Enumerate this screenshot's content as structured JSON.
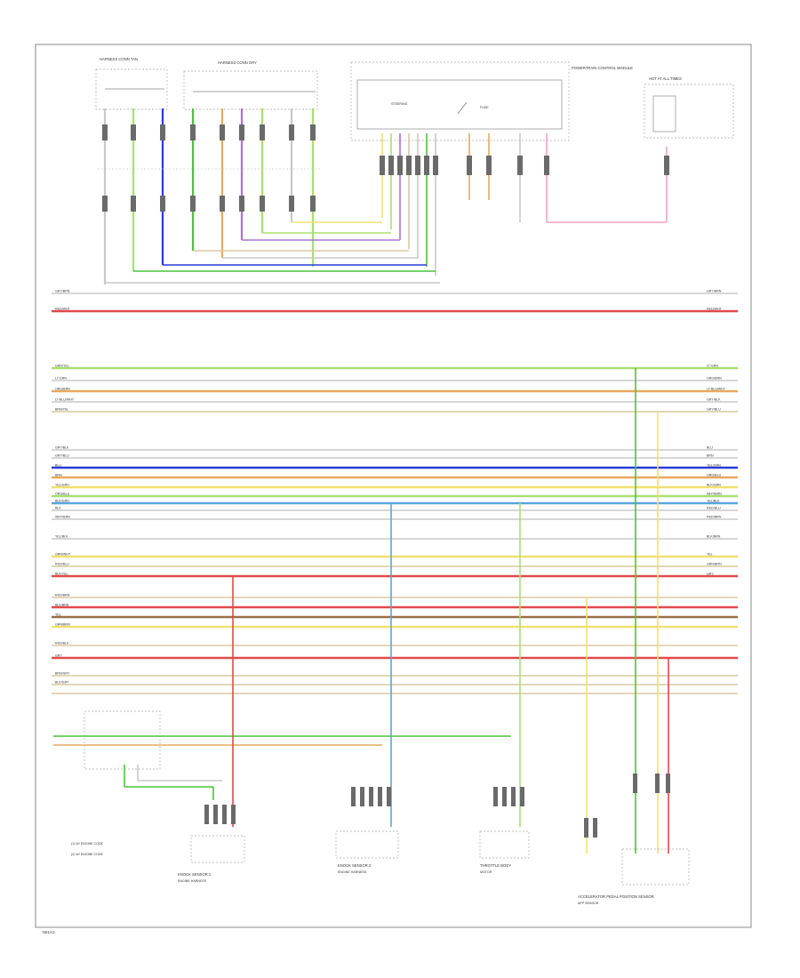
{
  "diagram": {
    "footer_code": "N51/A1",
    "top_components": {
      "left_connector_a": "HARNESS CONN TAN",
      "left_connector_b": "HARNESS CONN GRY",
      "module": "POWERTRAIN CONTROL MODULE",
      "module_note_1": "STEERING",
      "module_note_2": "FUSE",
      "right_fuse": "HOT AT ALL TIMES"
    },
    "bus_left_labels": [
      "GRY/BRN",
      "RED/WHT",
      "GRN/YEL",
      "LT-GRN",
      "ORG/BRN",
      "LT-BLU/WHT",
      "BRN/YEL",
      "GRY/BLK",
      "GRY/BLU",
      "BLU",
      "BRN",
      "YEL/GRN",
      "ORG/BLU",
      "BLK/GRN",
      "BLK",
      "WHT/BRN",
      "YEL/BLK",
      "GRN/WHT",
      "RED/BLU",
      "BLK/YEL",
      "RED/BRN",
      "BLK/BRN",
      "YEL",
      "GRN/BRN",
      "RED/BLK",
      "GRY",
      "BRN/GRY",
      "BLK/GRY"
    ],
    "bus_right_labels": [
      "GRY/BRN",
      "RED/WHT",
      "LT-GRN",
      "ORG/BRN",
      "LT-BLU/WHT",
      "GRY/BLK",
      "GRY/BLU",
      "BLU",
      "BRN",
      "YEL/GRN",
      "ORG/BLU",
      "BLK/GRN",
      "WHT/BRN",
      "YEL/BLK",
      "RED/BLU",
      "RED/BRN",
      "BLK/BRN",
      "YEL",
      "GRN/BRN",
      "GRY"
    ],
    "bottom_components": [
      {
        "name": "KNOCK SENSOR 1",
        "note": "ENGINE HARNESS"
      },
      {
        "name": "KNOCK SENSOR 2",
        "note": "ENGINE HARNESS"
      },
      {
        "name": "THROTTLE BODY",
        "note": "MOTOR"
      },
      {
        "name": "ACCELERATOR PEDAL POSITION SENSOR",
        "note": "APP SENSOR"
      }
    ],
    "legend": [
      "(1) W/ ENGINE CODE",
      "(2) W/ ENGINE CODE"
    ],
    "wire_colors": {
      "lightgreen": "#a8e070",
      "green": "#49c43c",
      "red": "#e24a4a",
      "pink": "#f1a0c8",
      "orange": "#e8a860",
      "tan": "#d8c8a0",
      "yellow": "#f0e070",
      "blue": "#2a3bd8",
      "lightblue": "#5aa6dc",
      "gray": "#c8c8c8",
      "brown": "#9a7048",
      "purple": "#b070d0"
    }
  }
}
